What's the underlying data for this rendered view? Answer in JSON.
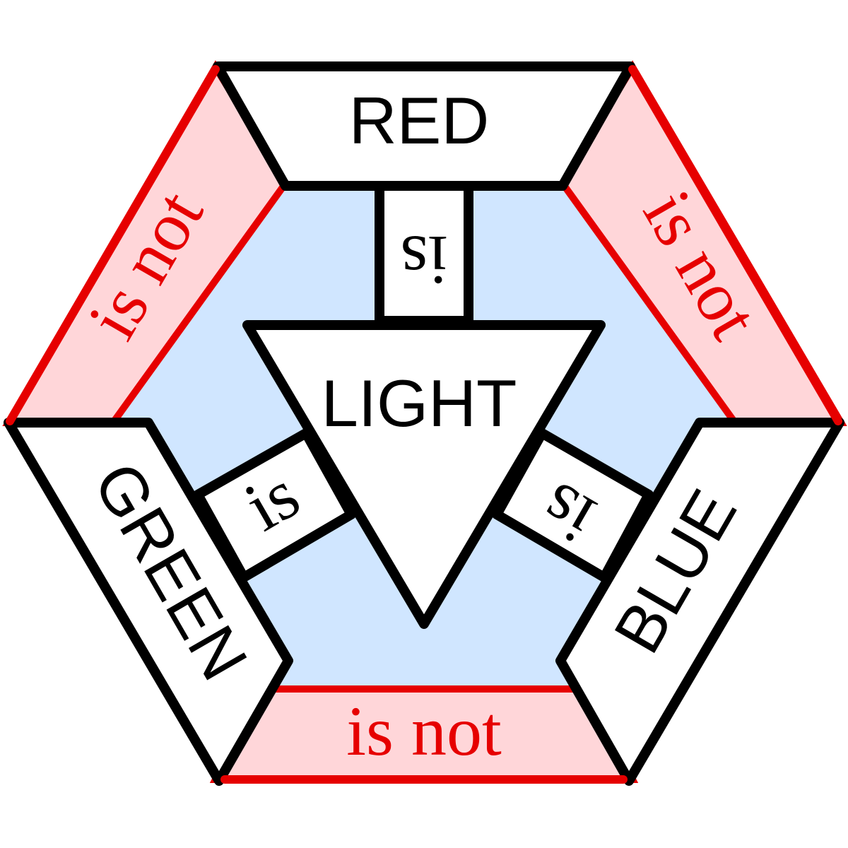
{
  "nodes": {
    "top": "RED",
    "left": "GREEN",
    "right": "BLUE",
    "center": "LIGHT"
  },
  "relations": {
    "is": "is",
    "is_not": "is not"
  },
  "colors": {
    "interior_fill": "#d0e6ff",
    "negation_fill": "#ffd6d9",
    "negation_stroke": "#e60000",
    "negation_text": "#e60000",
    "box_fill": "#ffffff",
    "box_stroke": "#000000",
    "text": "#000000"
  }
}
